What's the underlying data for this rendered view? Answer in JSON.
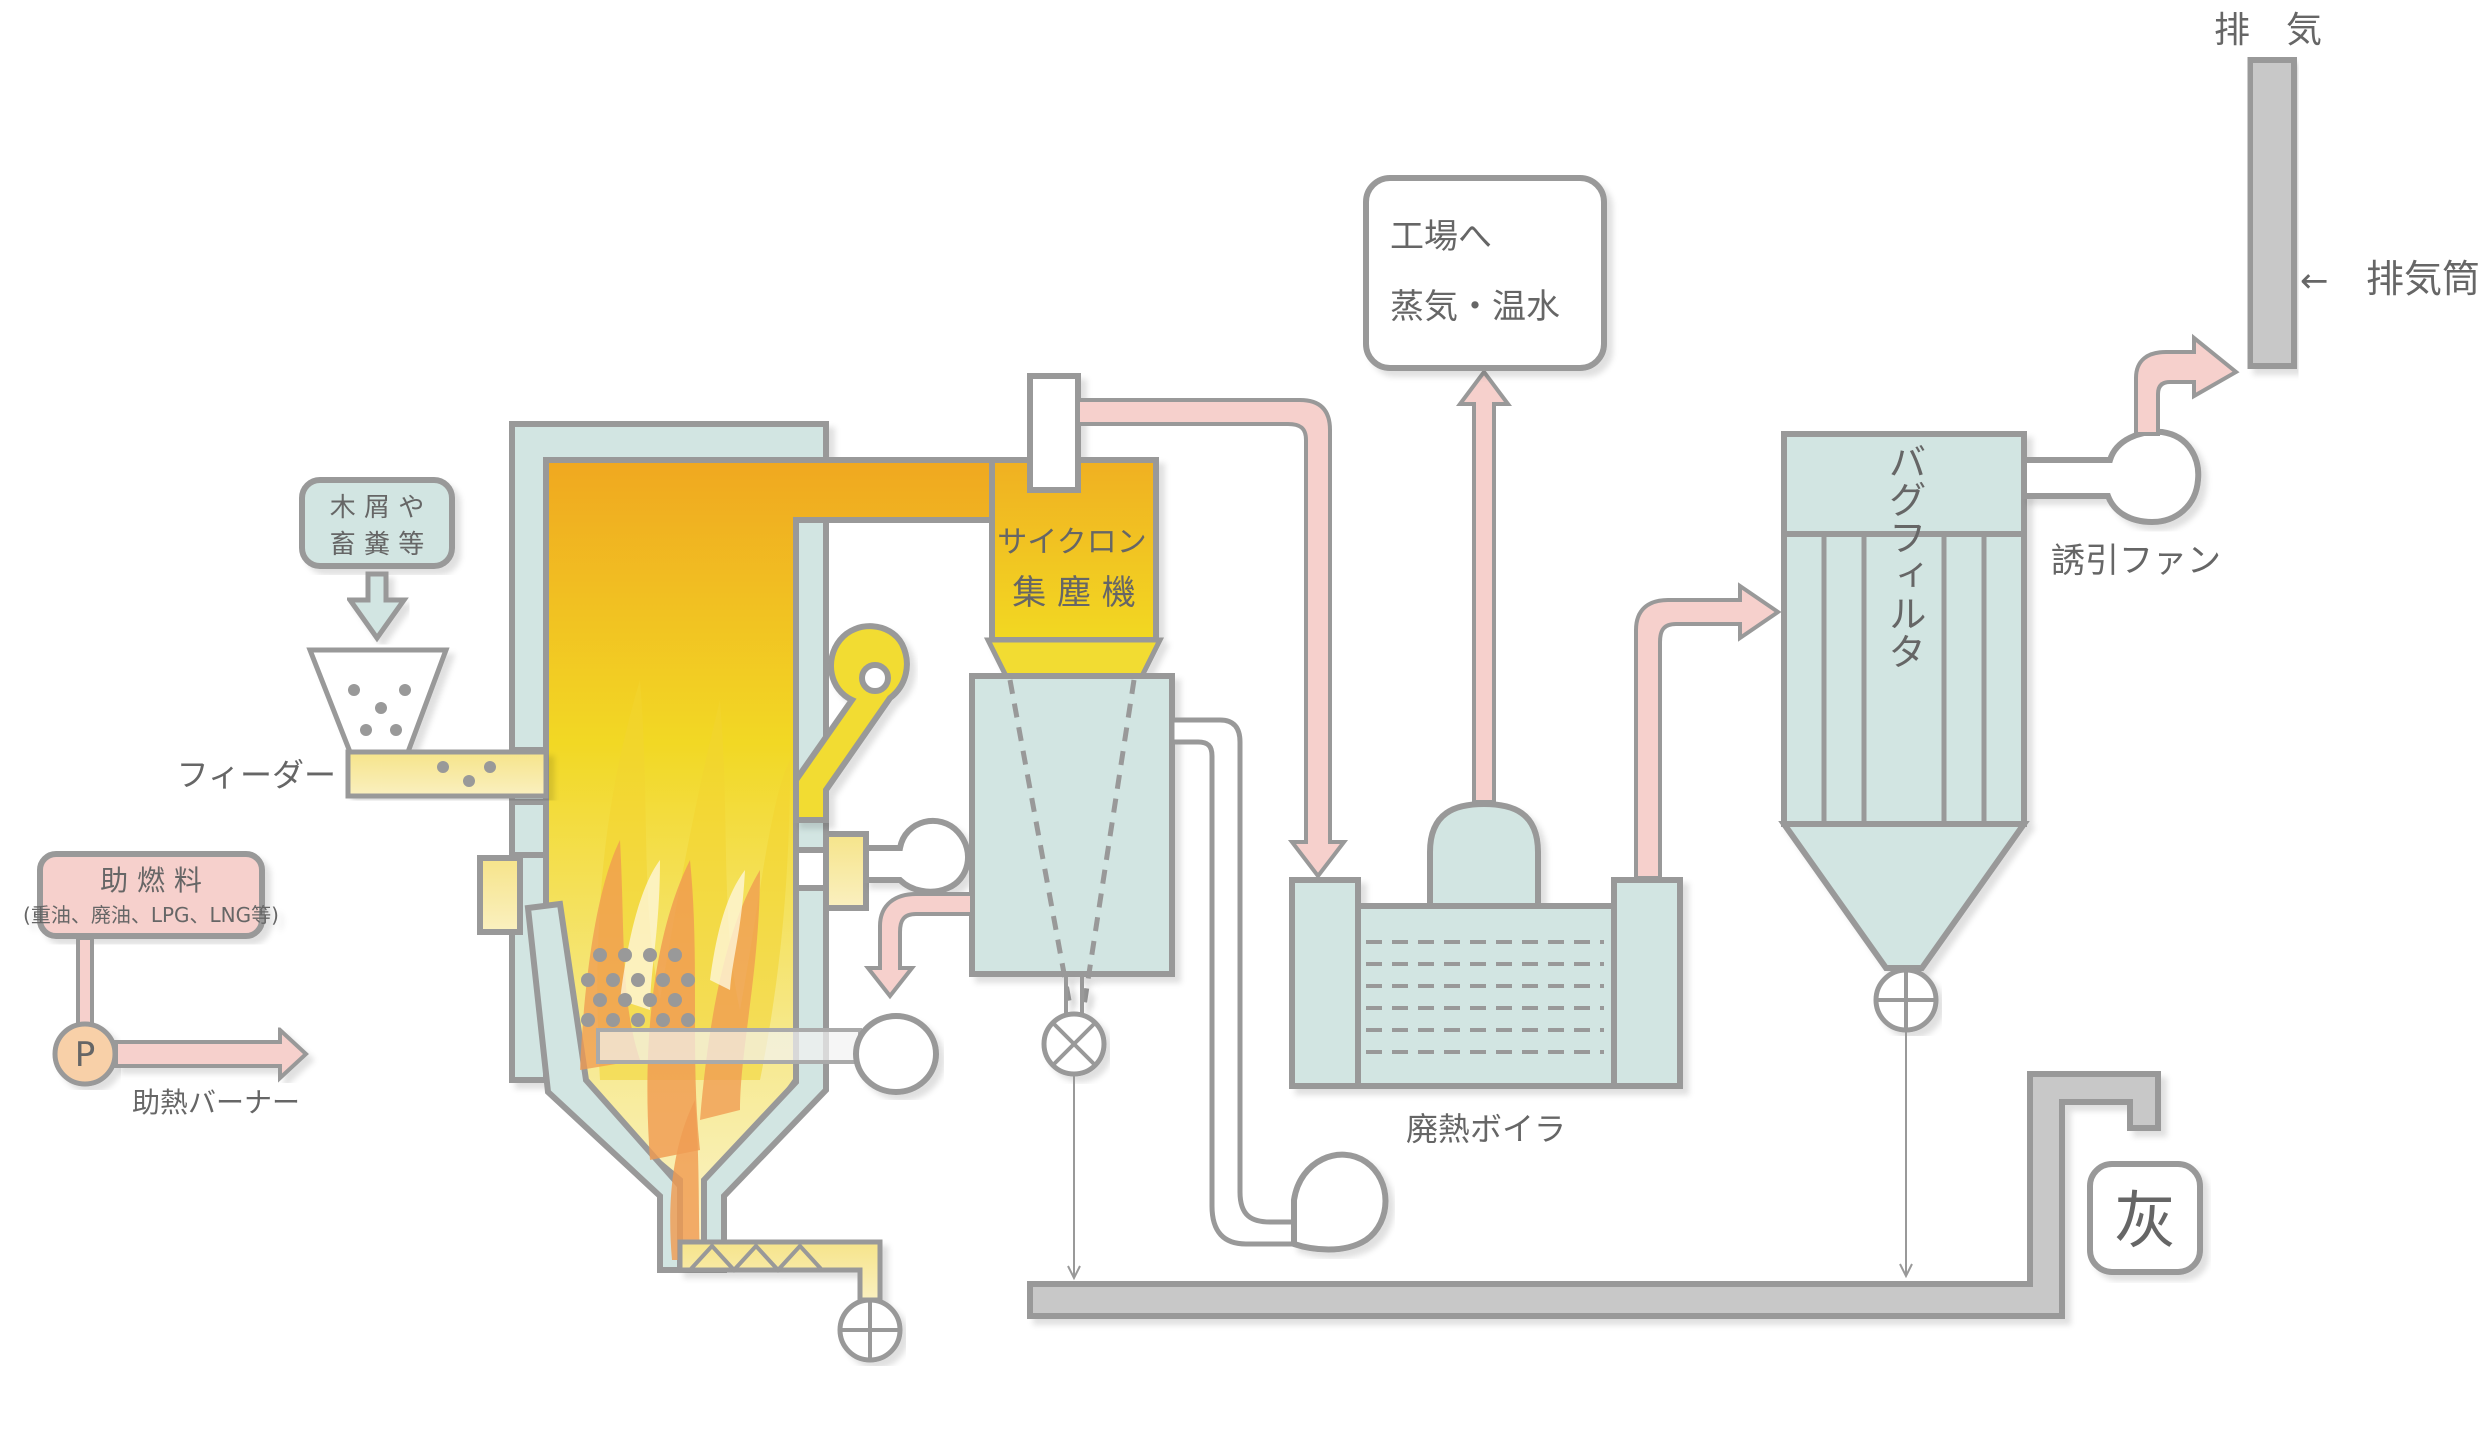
{
  "diagram": {
    "title": "バイオマスボイラシステム",
    "colors": {
      "stroke": "#999999",
      "duct_fill": "#d2e5e2",
      "flame_top": "#f0a820",
      "flame_mid": "#f2dc24",
      "flame_light": "#f8ec9c",
      "flame_orange": "#f09a50",
      "gas_arrow": "#f6d0cc",
      "fuel_box": "#f6d0cc",
      "pump": "#f8d0a8",
      "ash_duct": "#c8c8c8",
      "text": "#666666"
    },
    "labels": {
      "fuel_input_line1": "木 屑 や",
      "fuel_input_line2": "畜 糞 等",
      "feeder": "フィーダー",
      "aux_fuel_title": "助 燃 料",
      "aux_fuel_detail": "(重油、廃油、LPG、LNG等)",
      "pump_symbol": "P",
      "aux_burner": "助熱バーナー",
      "cyclone_line1": "サイクロン",
      "cyclone_line2": "集 塵 機",
      "steam_line1": "工場へ",
      "steam_line2": "蒸気・温水",
      "waste_heat_boiler": "廃熱ボイラ",
      "bag_filter": "バグフィルタ",
      "induced_fan": "誘引ファン",
      "exhaust": "排　気",
      "stack": "排気筒",
      "stack_arrow": "←",
      "ash": "灰"
    }
  }
}
